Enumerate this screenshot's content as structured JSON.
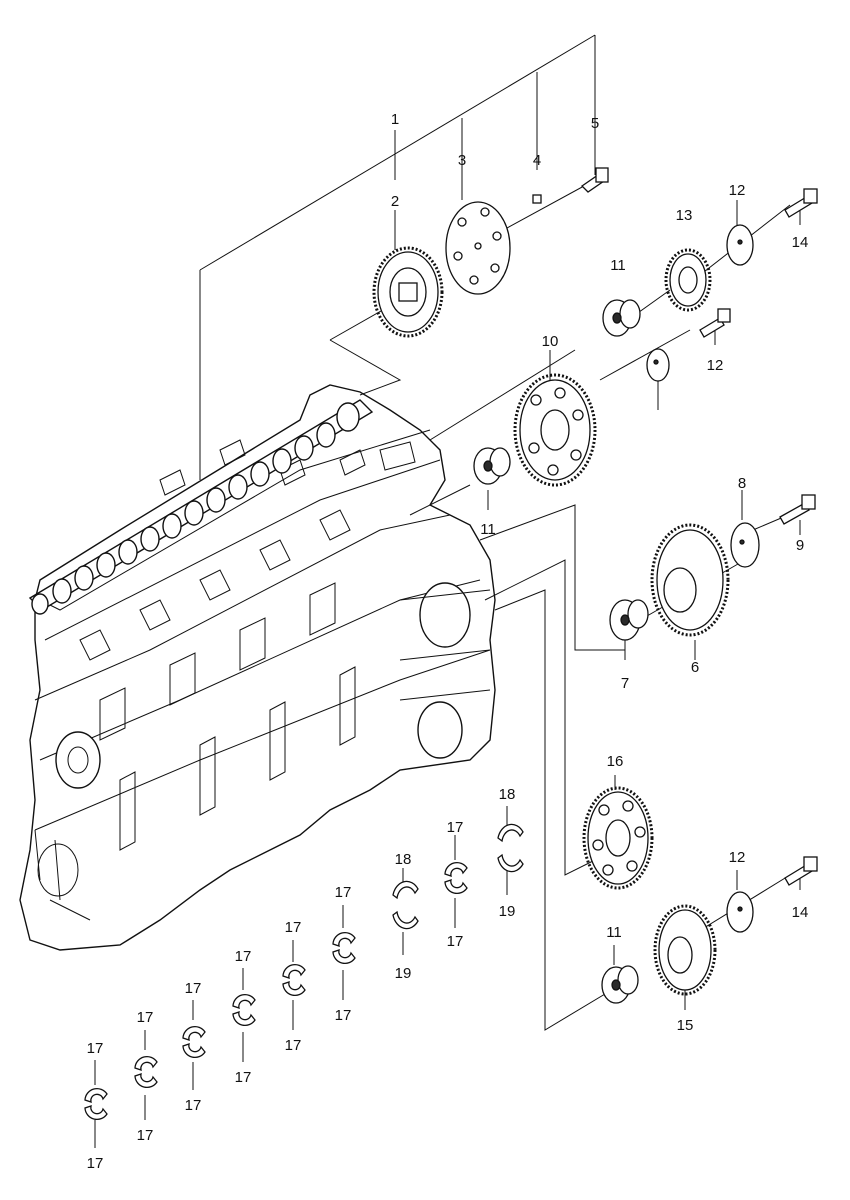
{
  "diagram": {
    "labels": {
      "c1": "1",
      "c2": "2",
      "c3": "3",
      "c4": "4",
      "c5": "5",
      "c6": "6",
      "c7": "7",
      "c8": "8",
      "c9": "9",
      "c10": "10",
      "c11a": "11",
      "c11b": "11",
      "c11c": "11",
      "c12a": "12",
      "c12b": "12",
      "c12c": "12",
      "c13": "13",
      "c14a": "14",
      "c14b": "14",
      "c15": "15",
      "c16": "16",
      "c17a": "17",
      "c17b": "17",
      "c17c": "17",
      "c17d": "17",
      "c17e": "17",
      "c17f": "17",
      "c17g": "17",
      "c17h": "17",
      "c17i": "17",
      "c17j": "17",
      "c17k": "17",
      "c17l": "17",
      "c17m": "17",
      "c17n": "17",
      "c18a": "18",
      "c18b": "18",
      "c19a": "19",
      "c19b": "19"
    }
  }
}
